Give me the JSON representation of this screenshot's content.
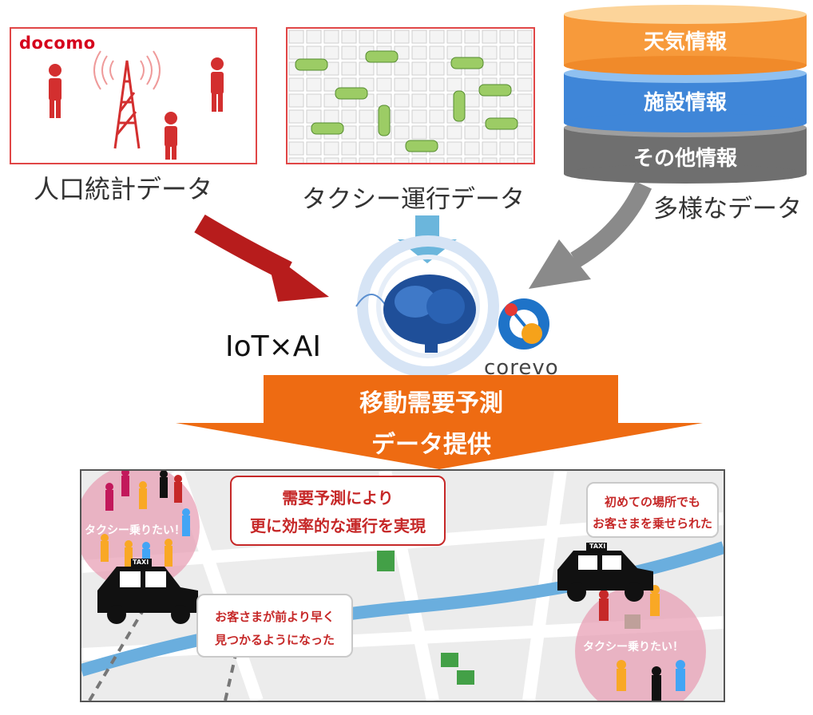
{
  "colors": {
    "panel_border": "#e04646",
    "red_arrow": "#b71c1c",
    "blue_arrow": "#6bb6dc",
    "grey_arrow": "#8a8a8a",
    "orange_banner": "#ee6b12",
    "weather": "#f79a3b",
    "facility": "#3f86d8",
    "other": "#6f6f6f"
  },
  "sources": {
    "docomo_logo": "docomo",
    "population_caption": "人口統計データ",
    "taxi_caption": "タクシー運行データ",
    "stack": [
      "天気情報",
      "施設情報",
      "その他情報"
    ],
    "diverse_caption": "多様なデータ"
  },
  "ai": {
    "label": "IoT×AI",
    "corevo": "corevo"
  },
  "banner": {
    "line1": "移動需要予測",
    "line2": "データ提供"
  },
  "map": {
    "center_bubble": [
      "需要予測により",
      "更に効率的な運行を実現"
    ],
    "right_bubble": [
      "初めての場所でも",
      "お客さまを乗せられた"
    ],
    "left_bubble": [
      "お客さまが前より早く",
      "見つかるようになった"
    ],
    "ride_wish_left": "タクシー乗りたい！",
    "ride_wish_right": "タクシー乗りたい！",
    "taxi_sign": "TAXI"
  }
}
